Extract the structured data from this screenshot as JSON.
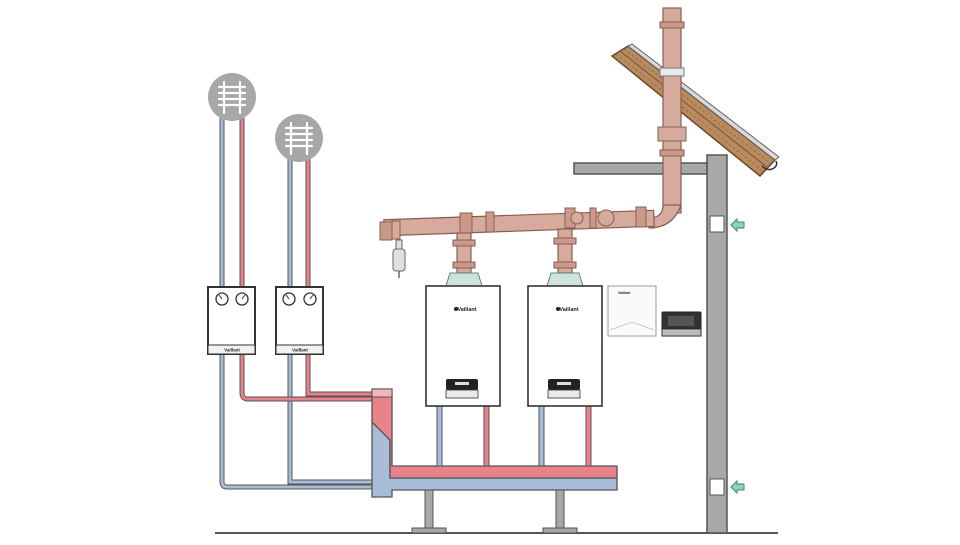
{
  "brand": {
    "name": "Vaillant"
  },
  "palette": {
    "flow_red": "#e8828b",
    "flow_red_light": "#f4b5bb",
    "return_blue": "#a9bcd8",
    "return_blue_light": "#c9d5e8",
    "flue": "#d6aa9c",
    "flue_dark": "#b98577",
    "wall": "#a8a8a8",
    "roof_wood": "#b98a5e",
    "icon_bg": "#a7a7a7",
    "arrow_green": "#8fd3b6"
  },
  "components": {
    "radiator_circuits": 2,
    "boilers": 2,
    "controllers": 2,
    "air_inlet_arrows": 2
  }
}
